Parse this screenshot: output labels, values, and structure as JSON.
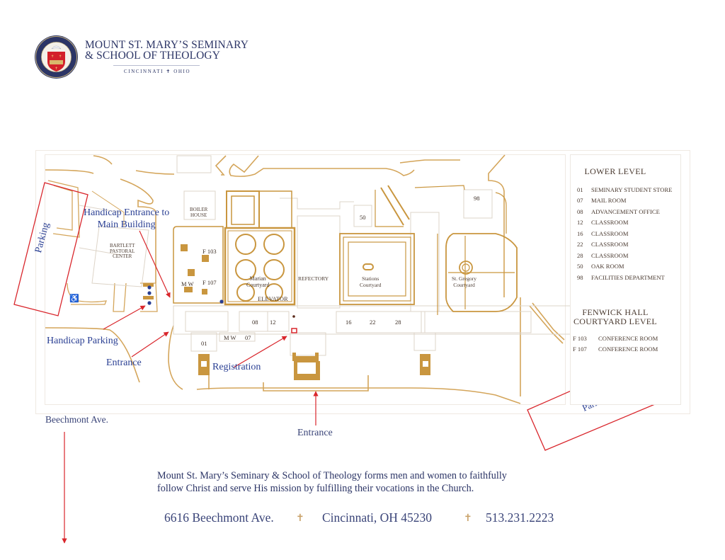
{
  "header": {
    "title_line1": "MOUNT ST. MARY’S SEMINARY",
    "title_line2": "& SCHOOL OF THEOLOGY",
    "location": "CINCINNATI ✝ OHIO",
    "seal_text_top": "PROFICERE SAPIENTIA",
    "seal_text_bottom": "AETATE GRATIA"
  },
  "map": {
    "buildings": {
      "boiler_house": [
        "BOILER",
        "HOUSE"
      ],
      "bartlett": [
        "BARTLETT",
        "PASTORAL",
        "CENTER"
      ],
      "marian": [
        "Marian",
        "Courtyard"
      ],
      "elevator": "ELEVATOR",
      "refectory": "REFECTORY",
      "stations": [
        "Stations",
        "Courtyard"
      ],
      "gregory": [
        "St. Gregory",
        "Courtyard"
      ]
    },
    "rooms": {
      "f103": "F 103",
      "f107": "F 107",
      "mw_upper": "M W",
      "mw_lower": "M  W",
      "r01": "01",
      "r07": "07",
      "r08": "08",
      "r12": "12",
      "r16": "16",
      "r22": "22",
      "r28": "28",
      "r50": "50",
      "r98": "98"
    },
    "annotations": {
      "handicap_entrance": [
        "Handicap Entrance to",
        "Main Building"
      ],
      "handicap_parking": "Handicap Parking",
      "entrance_west": "Entrance",
      "registration": "Registration",
      "entrance_south": "Entrance",
      "parking_west": "Parking",
      "parking_east": "Parking",
      "street": "Beechmont Ave."
    },
    "colors": {
      "path_gold": "#d4a55a",
      "building_gold": "#c9963f",
      "wall_gray": "#ddd4c8",
      "annotation_red": "#d9262c",
      "annotation_blue": "#2a3f93"
    }
  },
  "legend": {
    "lower_level_title": "LOWER LEVEL",
    "lower_level": [
      {
        "num": "01",
        "name": "SEMINARY STUDENT STORE"
      },
      {
        "num": "07",
        "name": "MAIL ROOM"
      },
      {
        "num": "08",
        "name": "ADVANCEMENT OFFICE"
      },
      {
        "num": "12",
        "name": "CLASSROOM"
      },
      {
        "num": "16",
        "name": "CLASSROOM"
      },
      {
        "num": "22",
        "name": "CLASSROOM"
      },
      {
        "num": "28",
        "name": "CLASSROOM"
      },
      {
        "num": "50",
        "name": "OAK ROOM"
      },
      {
        "num": "98",
        "name": "FACILITIES DEPARTMENT"
      }
    ],
    "fenwick_title_1": "FENWICK HALL",
    "fenwick_title_2": "COURTYARD LEVEL",
    "fenwick": [
      {
        "num": "F 103",
        "name": "CONFERENCE ROOM"
      },
      {
        "num": "F 107",
        "name": "CONFERENCE ROOM"
      }
    ]
  },
  "footer": {
    "mission_line1": "Mount St. Mary’s Seminary & School of Theology forms men and women to faithfully",
    "mission_line2": "follow Christ and serve His mission by fulfilling their vocations in the Church.",
    "address": "6616 Beechmont Ave.",
    "city": "Cincinnati, OH 45230",
    "phone": "513.231.2223",
    "separator": "✝"
  }
}
